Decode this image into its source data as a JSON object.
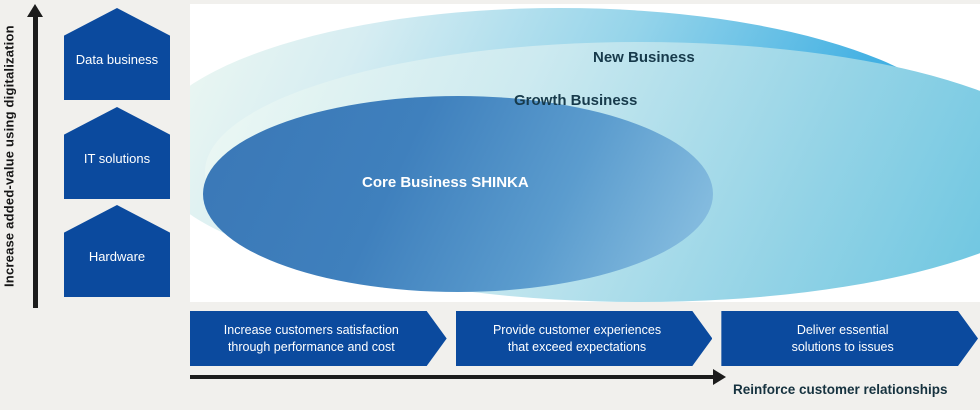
{
  "palette": {
    "background": "#f1f0ed",
    "primary_blue": "#0b4a9e",
    "panel_white": "#ffffff",
    "outer_ellipse_blue": "#3fb0e3",
    "growth_ellipse_teal": "#8fd2e6",
    "core_ellipse_blue": "#3a77b6",
    "dark_label": "#173a4b",
    "axis_black": "#1c1c1c"
  },
  "y_axis": {
    "label": "Increase added-value using digitalization"
  },
  "value_layers": [
    {
      "label": "Data business"
    },
    {
      "label": "IT solutions"
    },
    {
      "label": "Hardware"
    }
  ],
  "ellipses": [
    {
      "label": "New Business"
    },
    {
      "label": "Growth Business"
    },
    {
      "label": "Core Business SHINKA"
    }
  ],
  "bottom_steps": [
    {
      "line1": "Increase customers satisfaction",
      "line2": "through performance and cost"
    },
    {
      "line1": "Provide customer experiences",
      "line2": "that exceed expectations"
    },
    {
      "line1": "Deliver essential",
      "line2": "solutions to issues"
    }
  ],
  "x_axis": {
    "label": "Reinforce customer relationships"
  }
}
